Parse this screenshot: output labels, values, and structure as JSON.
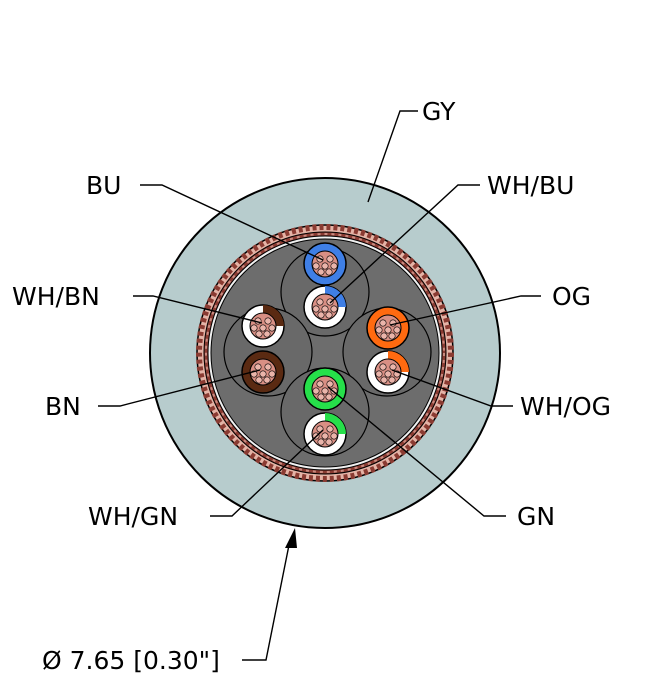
{
  "labels": {
    "gy": "GY",
    "bu": "BU",
    "wh_bu": "WH/BU",
    "wh_bn": "WH/BN",
    "og": "OG",
    "bn": "BN",
    "wh_og": "WH/OG",
    "wh_gn": "WH/GN",
    "gn": "GN",
    "diameter": "Ø 7.65 [0.30\"]"
  },
  "colors": {
    "jacket": "#b7cccd",
    "shield_braid": "#8a3b32",
    "filler": "#6d6d6d",
    "blue": "#3f7fe6",
    "brown": "#5a2a12",
    "orange": "#ff6a10",
    "green": "#26e04a",
    "white": "#ffffff",
    "copper": "#d98f84"
  }
}
